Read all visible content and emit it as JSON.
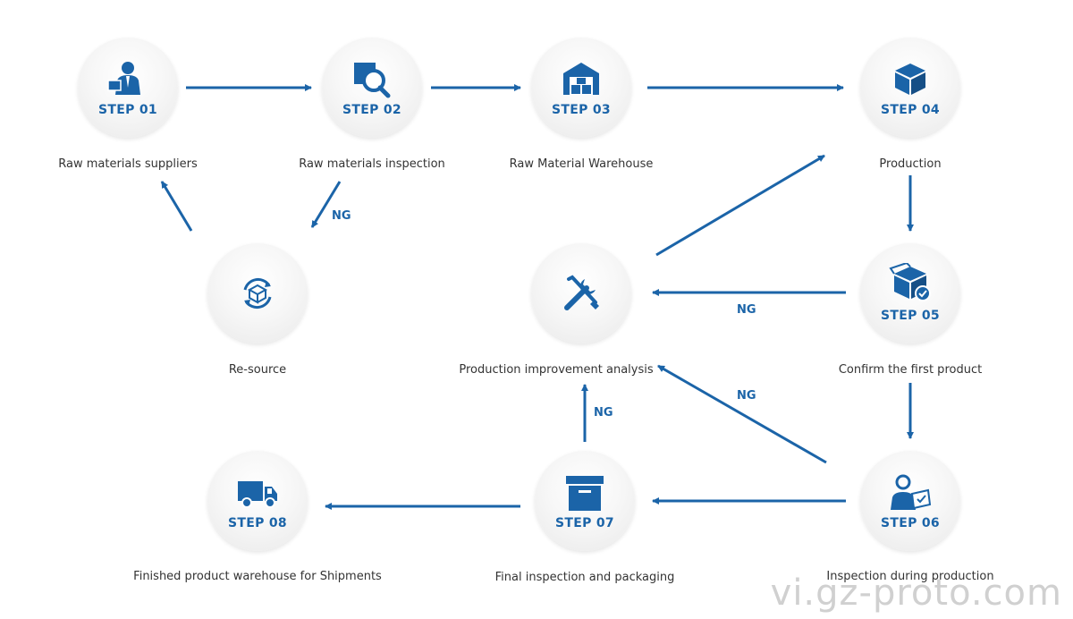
{
  "steps": [
    {
      "id": "step01",
      "step": "STEP 01",
      "label": "Raw materials suppliers",
      "icon": "businessman-icon"
    },
    {
      "id": "step02",
      "step": "STEP 02",
      "label": "Raw materials inspection",
      "icon": "magnifier-icon"
    },
    {
      "id": "step03",
      "step": "STEP 03",
      "label": "Raw Material Warehouse",
      "icon": "warehouse-icon"
    },
    {
      "id": "step04",
      "step": "STEP 04",
      "label": "Production",
      "icon": "box-icon"
    },
    {
      "id": "step05",
      "step": "STEP 05",
      "label": "Confirm the first product",
      "icon": "box-check-icon"
    },
    {
      "id": "step06",
      "step": "STEP 06",
      "label": "Inspection during production",
      "icon": "inspector-icon"
    },
    {
      "id": "step07",
      "step": "STEP 07",
      "label": "Final inspection and packaging",
      "icon": "package-icon"
    },
    {
      "id": "step08",
      "step": "STEP 08",
      "label": "Finished product warehouse for Shipments",
      "icon": "truck-icon"
    }
  ],
  "extra_nodes": [
    {
      "id": "resource",
      "label": "Re-source",
      "icon": "recycle-box-icon"
    },
    {
      "id": "improvement",
      "label": "Production improvement analysis",
      "icon": "tools-icon"
    }
  ],
  "ng_label": "NG",
  "watermark": "vi.gz-proto.com",
  "colors": {
    "accent": "#1b64a8",
    "text": "#333333",
    "circle": "#eeeeee"
  }
}
